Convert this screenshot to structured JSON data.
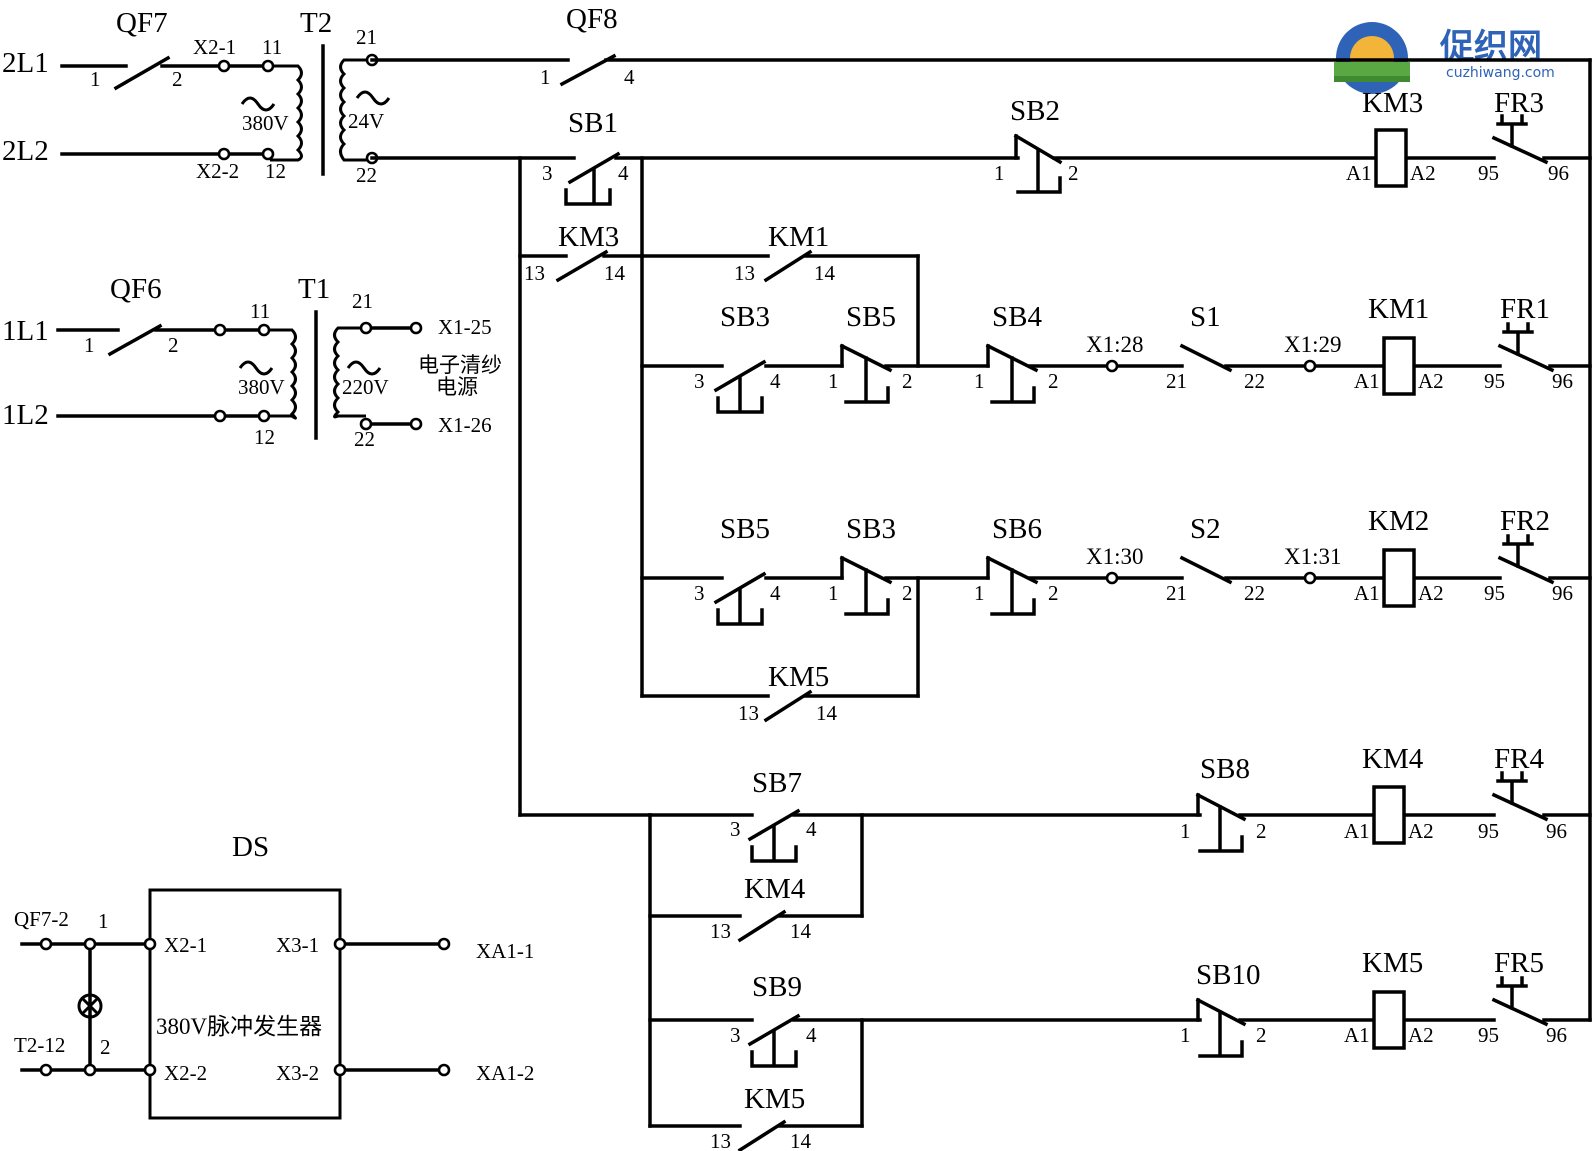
{
  "watermark": {
    "brand": "促织网",
    "url": "cuzhiwang.com"
  },
  "supply": {
    "l2_1": "2L1",
    "l2_2": "2L2",
    "l1_1": "1L1",
    "l1_2": "1L2",
    "qf7": "QF7",
    "qf6": "QF6",
    "qf8": "QF8",
    "t2": "T2",
    "t1": "T1",
    "x2_1": "X2-1",
    "x2_2": "X2-2",
    "v380": "380V",
    "v24": "24V",
    "v220": "220V",
    "x1_25": "X1-25",
    "x1_26": "X1-26",
    "clean_power_l1": "电子清纱",
    "clean_power_l2": "电源",
    "n1": "1",
    "n2": "2",
    "n4": "4",
    "n11": "11",
    "n12": "12",
    "n21": "21",
    "n22": "22"
  },
  "control": {
    "sb1": "SB1",
    "sb2": "SB2",
    "sb3": "SB3",
    "sb4": "SB4",
    "sb5": "SB5",
    "sb6": "SB6",
    "sb7": "SB7",
    "sb8": "SB8",
    "sb9": "SB9",
    "sb10": "SB10",
    "km1": "KM1",
    "km2": "KM2",
    "km3": "KM3",
    "km4": "KM4",
    "km5": "KM5",
    "fr1": "FR1",
    "fr2": "FR2",
    "fr3": "FR3",
    "fr4": "FR4",
    "fr5": "FR5",
    "s1": "S1",
    "s2": "S2",
    "x1_28": "X1:28",
    "x1_29": "X1:29",
    "x1_30": "X1:30",
    "x1_31": "X1:31",
    "n1": "1",
    "n2": "2",
    "n3": "3",
    "n4": "4",
    "n13": "13",
    "n14": "14",
    "n21": "21",
    "n22": "22",
    "n95": "95",
    "n96": "96",
    "a1": "A1",
    "a2": "A2"
  },
  "ds": {
    "title": "DS",
    "qf7_2": "QF7-2",
    "t2_12": "T2-12",
    "n1": "1",
    "n2": "2",
    "x2_1": "X2-1",
    "x2_2": "X2-2",
    "x3_1": "X3-1",
    "x3_2": "X3-2",
    "name": "380V脉冲发生器",
    "xa1_1": "XA1-1",
    "xa1_2": "XA1-2"
  }
}
